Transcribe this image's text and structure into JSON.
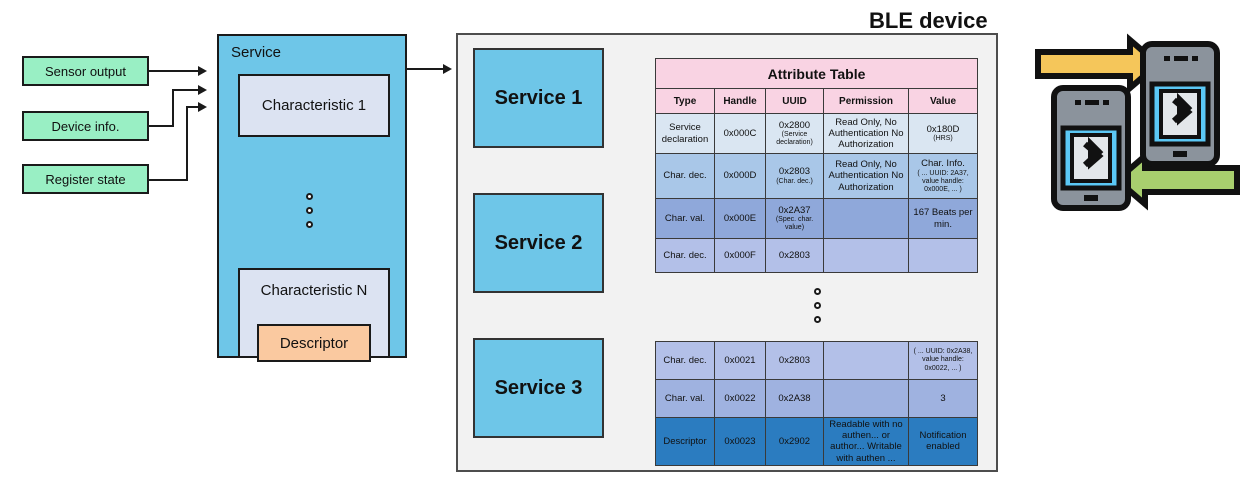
{
  "inputs": [
    {
      "label": "Sensor output"
    },
    {
      "label": "Device info."
    },
    {
      "label": "Register state"
    }
  ],
  "service_panel": {
    "title": "Service",
    "characteristic_first": "Characteristic 1",
    "characteristic_last": "Characteristic N",
    "descriptor": "Descriptor"
  },
  "ble": {
    "title": "BLE device",
    "services": [
      {
        "label": "Service 1"
      },
      {
        "label": "Service 2"
      },
      {
        "label": "Service 3"
      }
    ]
  },
  "attribute_table": {
    "title": "Attribute Table",
    "columns": [
      "Type",
      "Handle",
      "UUID",
      "Permission",
      "Value"
    ],
    "rows_top": [
      {
        "type": "Service declaration",
        "handle": "0x000C",
        "uuid": "0x2800",
        "uuid_sub": "(Service declaration)",
        "permission": "Read Only, No Authentication No Authorization",
        "value": "0x180D",
        "value_sub": "(HRS)",
        "shade": "shade-1"
      },
      {
        "type": "Char. dec.",
        "handle": "0x000D",
        "uuid": "0x2803",
        "uuid_sub": "(Char. dec.)",
        "permission": "Read Only, No Authentication No Authorization",
        "value": "Char. Info.",
        "value_sub": "( ... UUID: 2A37, value handle: 0x000E, ... )",
        "shade": "shade-2"
      },
      {
        "type": "Char. val.",
        "handle": "0x000E",
        "uuid": "0x2A37",
        "uuid_sub": "(Spec. char. value)",
        "permission": "",
        "value": "167 Beats per min.",
        "value_sub": "",
        "shade": "shade-3"
      },
      {
        "type": "Char. dec.",
        "handle": "0x000F",
        "uuid": "0x2803",
        "uuid_sub": "",
        "permission": "",
        "value": "",
        "value_sub": "",
        "shade": "shade-4"
      }
    ],
    "rows_bottom": [
      {
        "type": "Char. dec.",
        "handle": "0x0021",
        "uuid": "0x2803",
        "uuid_sub": "",
        "permission": "",
        "value": "",
        "value_sub": "( ... UUID: 0x2A38, value handle: 0x0022, ... )",
        "shade": "shade-4"
      },
      {
        "type": "Char. val.",
        "handle": "0x0022",
        "uuid": "0x2A38",
        "uuid_sub": "",
        "permission": "",
        "value": "3",
        "value_sub": "",
        "shade": "shade-5"
      },
      {
        "type": "Descriptor",
        "handle": "0x0023",
        "uuid": "0x2902",
        "uuid_sub": "",
        "permission": "Readable with no authen... or author... Writable with authen ...",
        "value": "Notification enabled",
        "value_sub": "",
        "shade": "shade-6"
      }
    ]
  },
  "colors": {
    "service_blue": "#6ec6e8",
    "input_green": "#99efc4",
    "descriptor_orange": "#fac9a0",
    "table_pink": "#f9d3e3",
    "panel_gray": "#f2f2f2",
    "arrow_yellow": "#f5c65a",
    "arrow_green": "#a8cf6e",
    "phone_blue": "#5bc8f5"
  }
}
